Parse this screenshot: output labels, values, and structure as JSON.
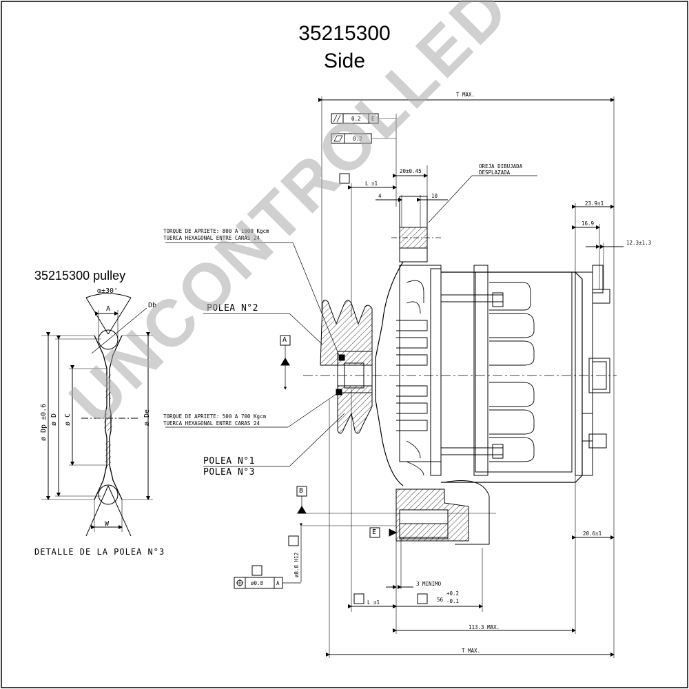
{
  "header": {
    "part_number": "35215300",
    "view": "Side"
  },
  "pulley_detail": {
    "title": "35215300 pulley",
    "caption": "DETALLE DE LA POLEA N°3",
    "alpha": "α±30'",
    "A": "A",
    "Db": "Db",
    "dp": "ø Dp ±0.6",
    "dD": "ø D",
    "dC": "ø C",
    "De": "ø De",
    "W": "W"
  },
  "annotations": {
    "tmax_top": "T MAX.",
    "tmax_bottom": "T MAX.",
    "parallel_tol": "0.2",
    "parallel_ref": "E",
    "flat_tol": "0.2",
    "dim_20": "20±0.45",
    "dim_4": "4",
    "dim_10": "10",
    "dim_L_top": "L ±1",
    "oreja_1": "OREJA DIBUJADA",
    "oreja_2": "DESPLAZADA",
    "torque_1a": "TORQUE DE APRIETE: 800 A 1000 Kgcm",
    "torque_1b": "TUERCA HEXAGONAL ENTRE CARAS 24",
    "torque_2a": "TORQUE DE APRIETE: 500 A 700 Kgcm",
    "torque_2b": "TUERCA HEXAGONAL ENTRE CARAS 24",
    "polea2": "POLEA N°2",
    "polea1": "POLEA N°1",
    "polea3": "POLEA N°3",
    "datum_A": "A",
    "datum_B": "B",
    "datum_E": "E",
    "dim_23_9": "23.9±1",
    "dim_16_9": "16.9",
    "dim_12_3": "12.3±1.3",
    "dim_20_6": "20.6±1",
    "hole": "ø8.8 H12",
    "pos_tol": "ø0.8",
    "pos_ref": "A",
    "minimo": "3 MINIMO",
    "dim_L_bottom": "L ±1",
    "dim_56": "56",
    "dim_56_plus": "+0.2",
    "dim_56_minus": "-0.1",
    "dim_113": "113.3 MAX."
  },
  "watermark": "UNCONTROLLED COPY"
}
